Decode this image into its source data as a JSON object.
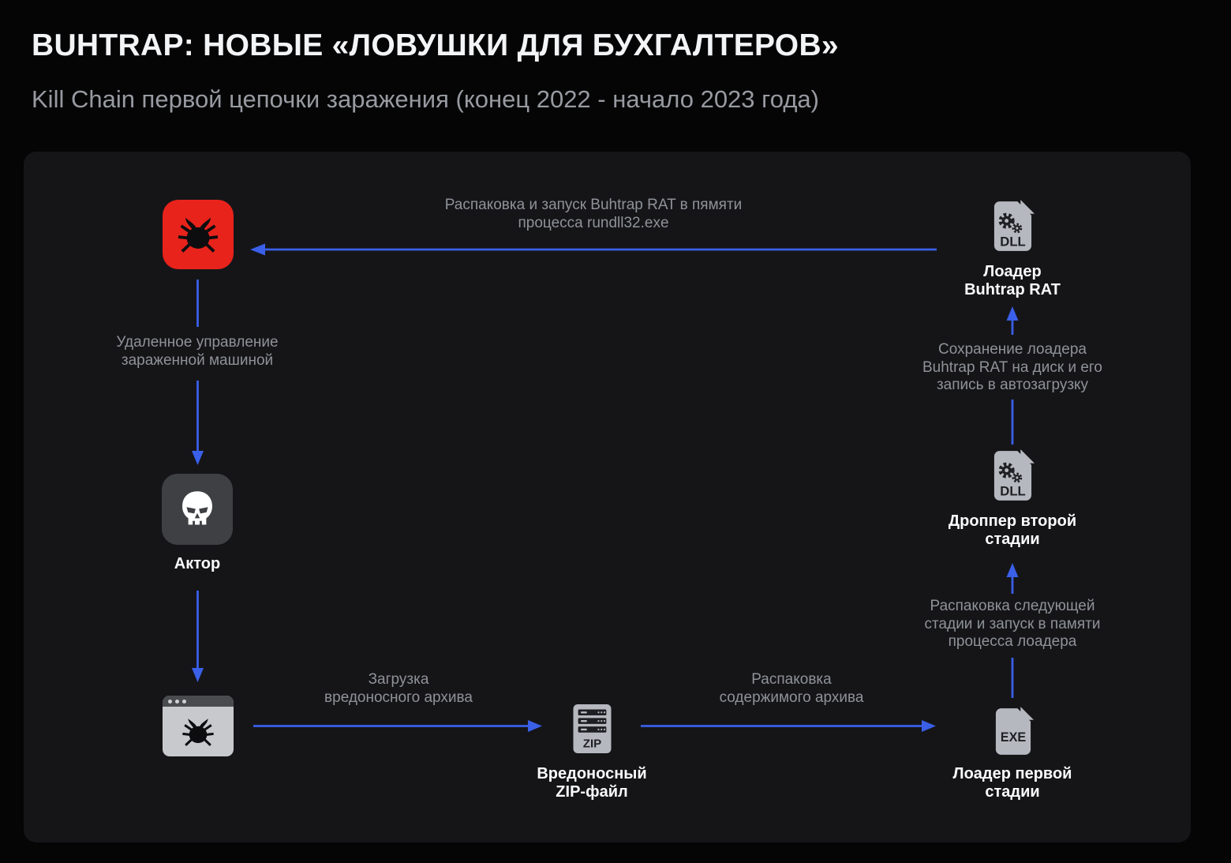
{
  "header": {
    "title": "BUHTRAP: НОВЫЕ «ЛОВУШКИ ДЛЯ БУХГАЛТЕРОВ»",
    "subtitle": "Kill Chain первой цепочки заражения (конец 2022 - начало 2023 года)"
  },
  "colors": {
    "page_bg": "#050506",
    "panel_bg": "#151518",
    "accent_blue": "#3a5fe8",
    "node_red": "#e8231c",
    "tile_gray": "#3f4044",
    "file_icon_gray": "#b5b9bf",
    "icon_glyph_dark": "#1d1f23",
    "label_white": "#fafbfd",
    "label_gray": "#8f9298"
  },
  "icons": {
    "dll_badge": "DLL",
    "exe_badge": "EXE",
    "zip_badge": "ZIP"
  },
  "nodes": {
    "actor": {
      "label": "Актор"
    },
    "loader_rat": {
      "line1": "Лоадер",
      "line2": "Buhtrap RAT"
    },
    "dropper": {
      "line1": "Дроппер второй",
      "line2": "стадии"
    },
    "loader_first": {
      "line1": "Лоадер первой",
      "line2": "стадии"
    },
    "zip_file": {
      "line1": "Вредоносный",
      "line2": "ZIP-файл"
    }
  },
  "edges": {
    "unpack_run_rat": {
      "line1": "Распаковка и запуск Buhtrap RAT в пямяти",
      "line2": "процесса rundll32.exe"
    },
    "remote_control": {
      "line1": "Удаленное управление",
      "line2": "зараженной машиной"
    },
    "save_loader": {
      "line1": "Сохранение лоадера",
      "line2": "Buhtrap RAT на диск и его",
      "line3": "запись в автозагрузку"
    },
    "unpack_next_stage": {
      "line1": "Распаковка следующей",
      "line2": "стадии и запуск в памяти",
      "line3": "процесса лоадера"
    },
    "download_archive": {
      "line1": "Загрузка",
      "line2": "вредоносного архива"
    },
    "unpack_archive": {
      "line1": "Распаковка",
      "line2": "содержимого архива"
    }
  }
}
